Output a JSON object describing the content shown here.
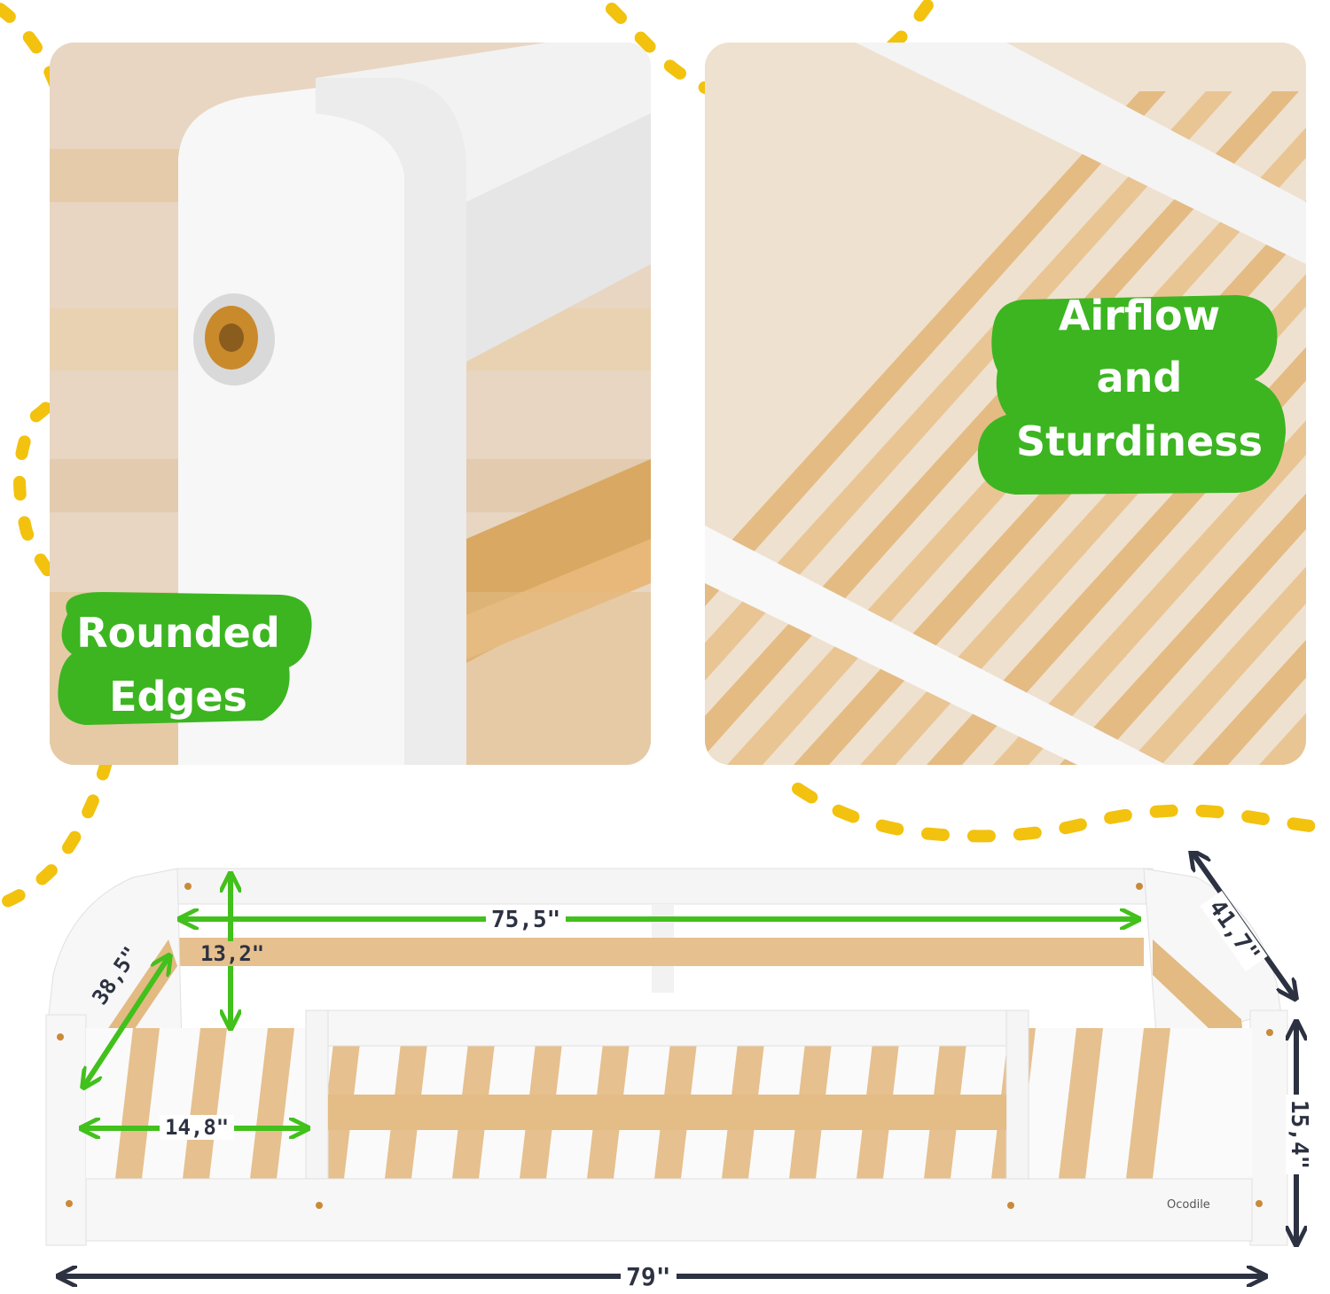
{
  "panels": {
    "left": {
      "badge_line1": "Rounded",
      "badge_line2": "Edges"
    },
    "right": {
      "badge_line1": "Airflow",
      "badge_line2": "and",
      "badge_line3": "Sturdiness"
    }
  },
  "dimensions": {
    "inner_length": "75,5\"",
    "inner_height": "13,2\"",
    "inner_width": "38,5\"",
    "opening_width": "14,8\"",
    "outer_width": "41,7\"",
    "outer_height": "15,4\"",
    "outer_length": "79\""
  },
  "brand": "Ocodile",
  "colors": {
    "badge_green": "#3cb521",
    "arrow_green": "#42c01c",
    "dots_yellow": "#f2c20e",
    "dark_arrow": "#2d3242",
    "pine": "#e6c08e",
    "white_frame": "#f7f7f7"
  }
}
